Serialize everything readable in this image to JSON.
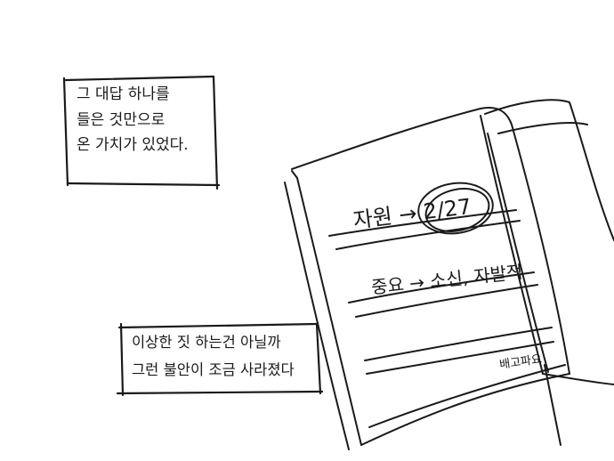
{
  "captions": [
    {
      "lines": [
        "그 대답 하나를",
        "들은 것만으로",
        "온 가치가 있었다."
      ]
    },
    {
      "lines": [
        "이상한 짓 하는건 아닐까",
        "그런 불안이 조금 사라졌다"
      ]
    }
  ],
  "notebook": {
    "note_line_1": "자원 → 2/27",
    "note_line_2": "중요 → 소신, 자발적",
    "signature": "배고파요"
  },
  "colors": {
    "ink": "#1a1a1a",
    "paper": "#ffffff"
  }
}
